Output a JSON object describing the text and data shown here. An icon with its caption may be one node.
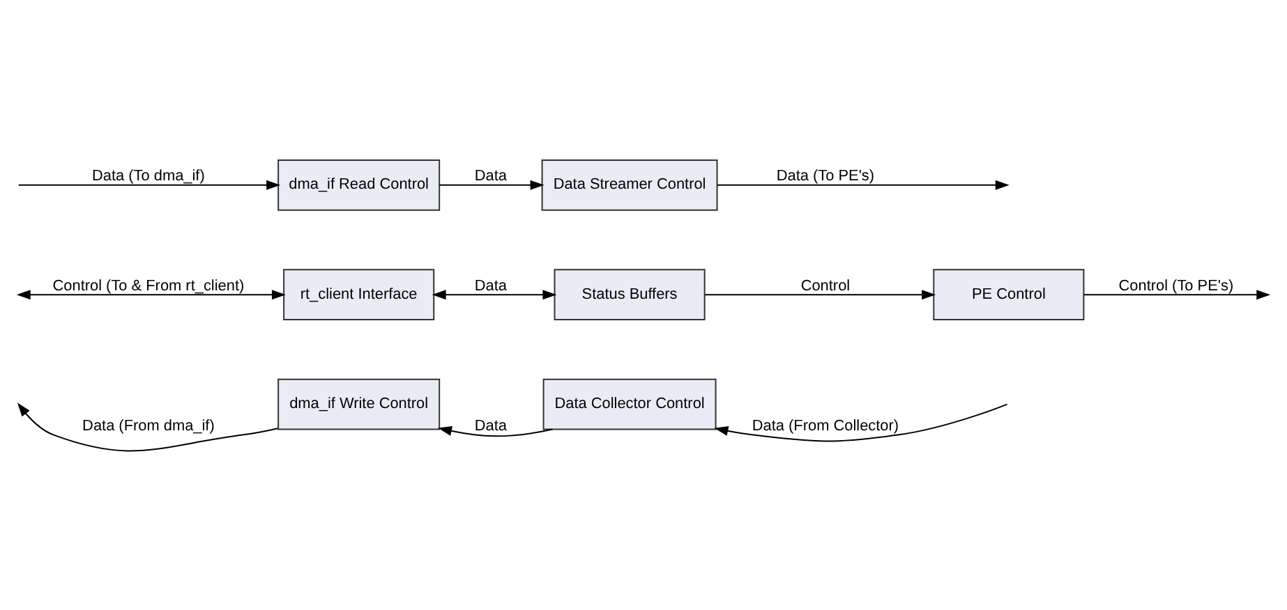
{
  "diagram": {
    "nodes": [
      {
        "text": [
          "dma_if Write Control"
        ]
      },
      {
        "text": [
          "Data Collector Control"
        ]
      },
      {
        "text": [
          "rt_client Interface"
        ]
      },
      {
        "text": [
          "Status Buffers"
        ]
      },
      {
        "text": [
          "PE Control"
        ]
      },
      {
        "text": [
          "dma_if Read Control"
        ]
      },
      {
        "text": [
          "Data Streamer Control"
        ]
      }
    ],
    "edges": [
      {
        "from": 0,
        "to": null,
        "arrow": "to",
        "label": "Data (From dma_if)"
      },
      {
        "from": 1,
        "to": 0,
        "arrow": "to",
        "label": "Data"
      },
      {
        "from": null,
        "to": 1,
        "arrow": "to",
        "label": "Data (From Collector)"
      },
      {
        "from": null,
        "to": 2,
        "arrow": "both",
        "label": "Control (To & From rt_client)"
      },
      {
        "from": 2,
        "to": 3,
        "arrow": "both",
        "label": "Data"
      },
      {
        "from": 3,
        "to": 4,
        "arrow": "to",
        "label": "Control"
      },
      {
        "from": 4,
        "to": null,
        "arrow": "to",
        "label": "Control (To PE's)"
      },
      {
        "from": null,
        "to": 5,
        "arrow": "to",
        "label": "Data (To dma_if)"
      },
      {
        "from": 5,
        "to": 6,
        "arrow": "to",
        "label": "Data"
      },
      {
        "from": 6,
        "to": null,
        "arrow": "to",
        "label": "Data (To PE's)"
      }
    ]
  }
}
